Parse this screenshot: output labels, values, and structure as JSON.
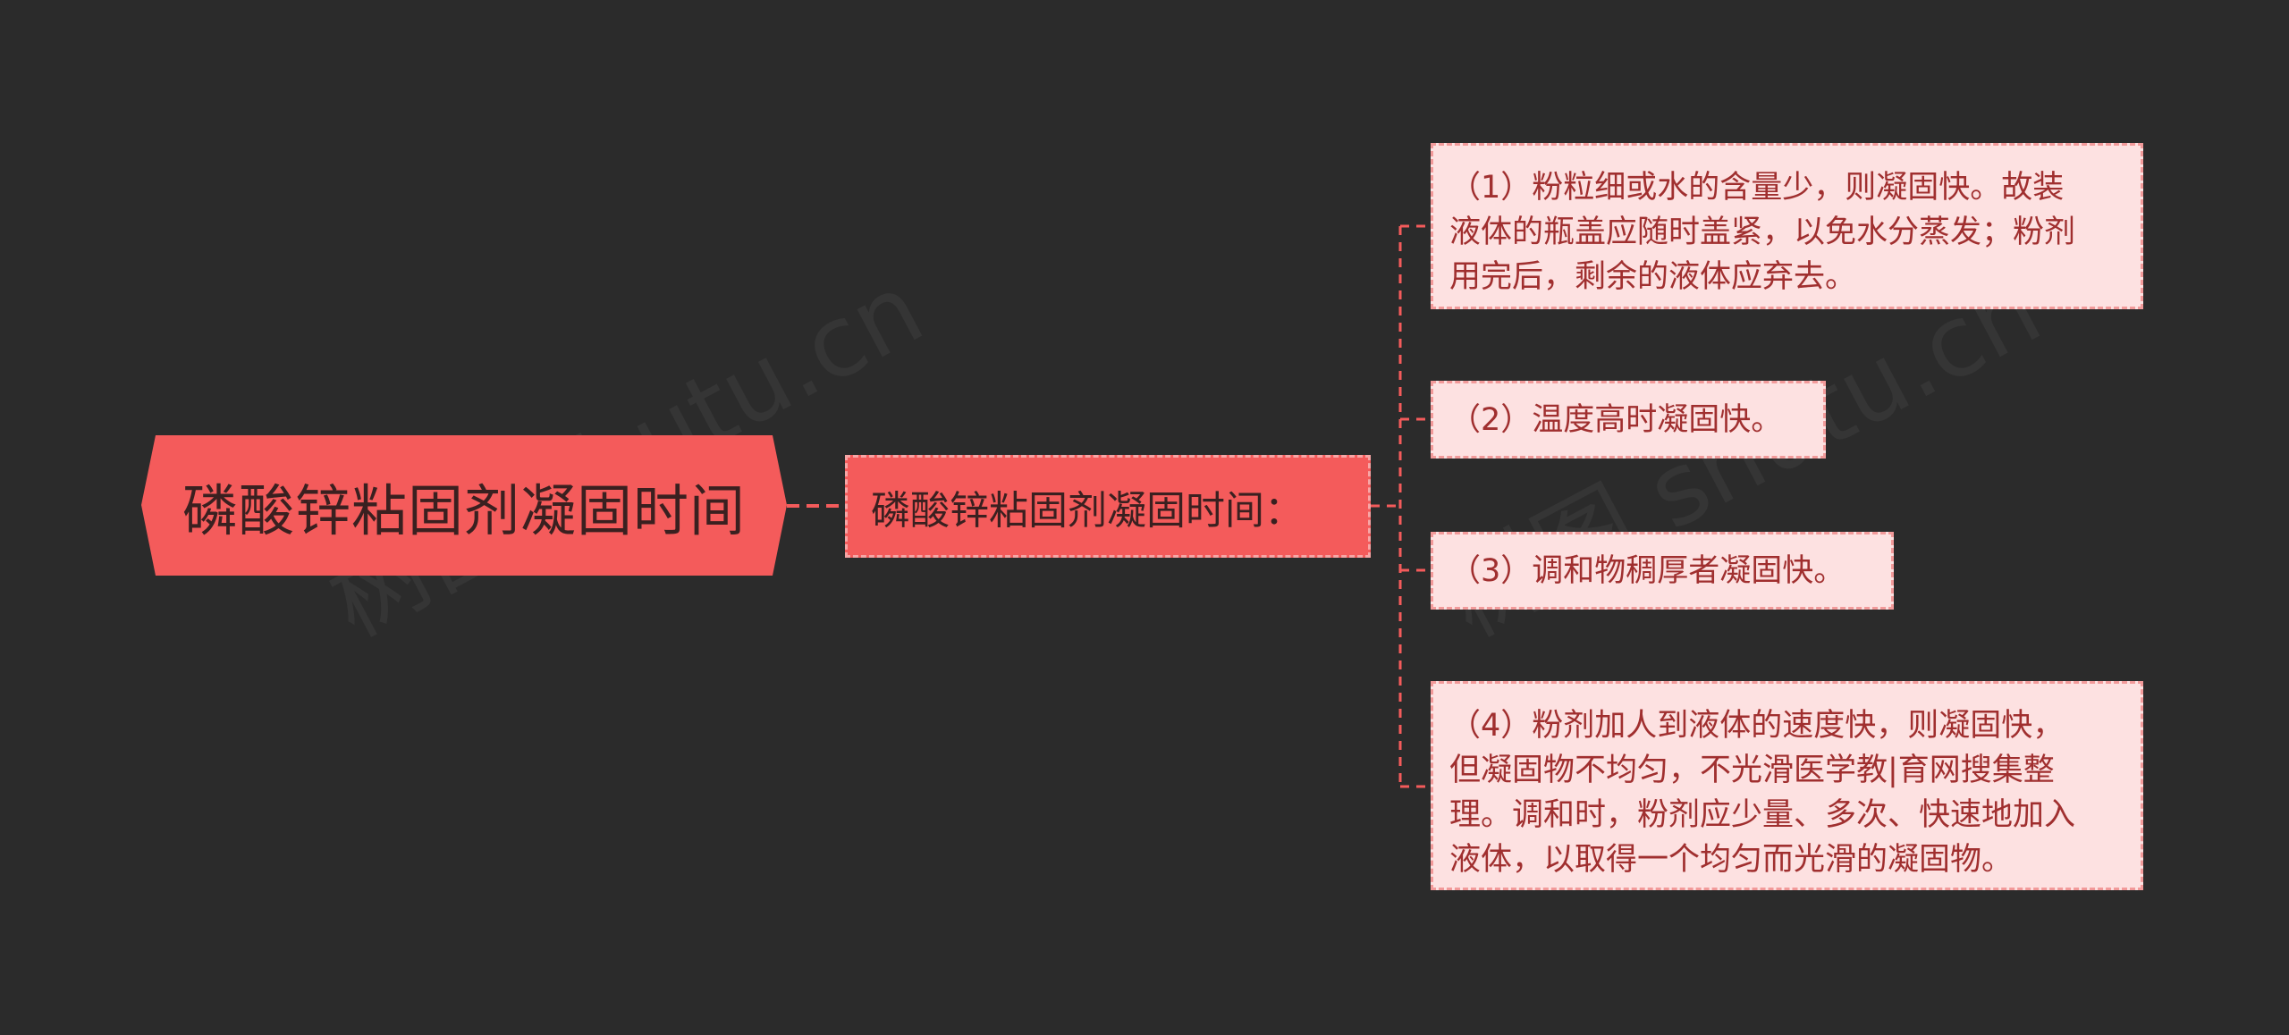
{
  "root": {
    "label": "磷酸锌粘固剂凝固时间"
  },
  "branch": {
    "label": "磷酸锌粘固剂凝固时间："
  },
  "leaves": [
    {
      "lines": [
        "（1）粉粒细或水的含量少，则凝固快。故装",
        "液体的瓶盖应随时盖紧，以免水分蒸发；粉剂",
        "用完后，剩余的液体应弃去。"
      ]
    },
    {
      "lines": [
        "（2）温度高时凝固快。"
      ]
    },
    {
      "lines": [
        "（3）调和物稠厚者凝固快。"
      ]
    },
    {
      "lines": [
        "（4）粉剂加人到液体的速度快，则凝固快，",
        "但凝固物不均匀，不光滑医学教|育网搜集整",
        "理。调和时，粉剂应少量、多次、快速地加入",
        "液体，以取得一个均匀而光滑的凝固物。"
      ]
    }
  ],
  "watermark": "树图 shutu.cn",
  "colors": {
    "background": "#2b2b2b",
    "node_fill": "#f45b5b",
    "leaf_fill": "#fde1e1",
    "leaf_text": "#a02f2f",
    "connector": "#f45b5b"
  }
}
